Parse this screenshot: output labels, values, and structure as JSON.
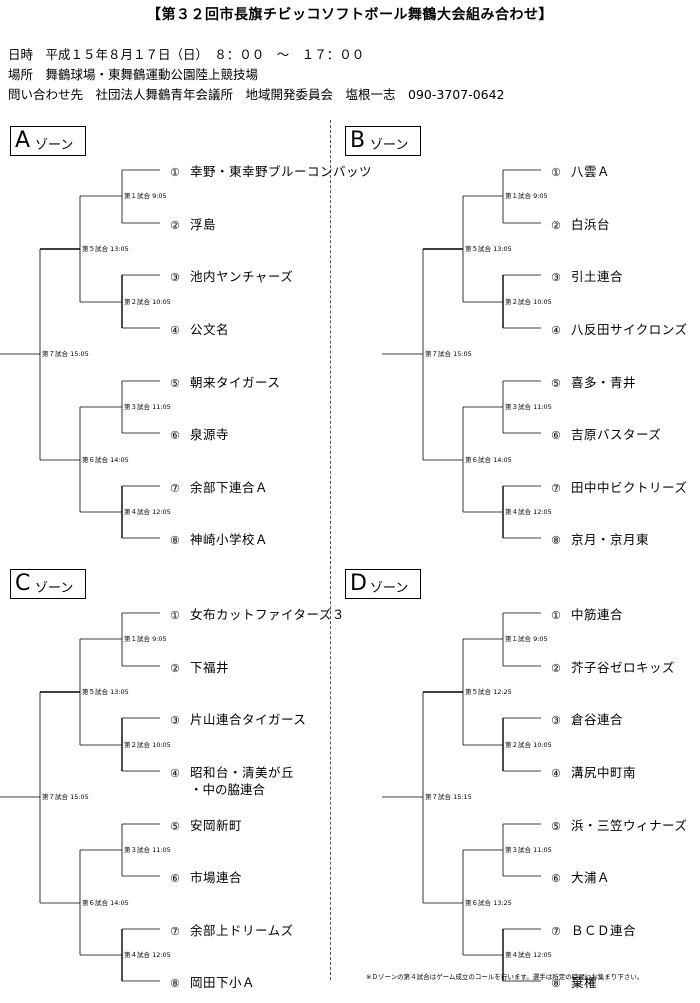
{
  "title": "【第３２回市長旗チビッコソフトボール舞鶴大会組み合わせ】",
  "info": {
    "datetime": "日時　平成１５年８月１７日（日）　８：００　～　１７：００",
    "venue": "場所　舞鶴球場・東舞鶴運動公園陸上競技場",
    "contact": "問い合わせ先　社団法人舞鶴青年会議所　地域開発委員会　塩根一志　090-3707-0642"
  },
  "zone_word": "ゾーン",
  "zones": [
    {
      "letter": "A",
      "teams": [
        {
          "num": "①",
          "name": "幸野・東幸野ブルーコンバッツ"
        },
        {
          "num": "②",
          "name": "浮島"
        },
        {
          "num": "③",
          "name": "池内ヤンチャーズ"
        },
        {
          "num": "④",
          "name": "公文名"
        },
        {
          "num": "⑤",
          "name": "朝来タイガース"
        },
        {
          "num": "⑥",
          "name": "泉源寺"
        },
        {
          "num": "⑦",
          "name": "余部下連合Ａ"
        },
        {
          "num": "⑧",
          "name": "神崎小学校Ａ"
        }
      ],
      "matches": {
        "m1": "第１試合 9:05",
        "m2": "第２試合 10:05",
        "m3": "第３試合 11:05",
        "m4": "第４試合 12:05",
        "m5": "第５試合 13:05",
        "m6": "第６試合 14:05",
        "m7": "第７試合 15:05"
      }
    },
    {
      "letter": "B",
      "teams": [
        {
          "num": "①",
          "name": "八雲Ａ"
        },
        {
          "num": "②",
          "name": "白浜台"
        },
        {
          "num": "③",
          "name": "引土連合"
        },
        {
          "num": "④",
          "name": "八反田サイクロンズ"
        },
        {
          "num": "⑤",
          "name": "喜多・青井"
        },
        {
          "num": "⑥",
          "name": "吉原バスターズ"
        },
        {
          "num": "⑦",
          "name": "田中中ビクトリーズ"
        },
        {
          "num": "⑧",
          "name": "京月・京月東"
        }
      ],
      "matches": {
        "m1": "第１試合 9:05",
        "m2": "第２試合 10:05",
        "m3": "第３試合 11:05",
        "m4": "第４試合 12:05",
        "m5": "第５試合 13:05",
        "m6": "第６試合 14:05",
        "m7": "第７試合 15:05"
      }
    },
    {
      "letter": "C",
      "teams": [
        {
          "num": "①",
          "name": "女布カットファイターズ３"
        },
        {
          "num": "②",
          "name": "下福井"
        },
        {
          "num": "③",
          "name": "片山連合タイガース"
        },
        {
          "num": "④",
          "name": "昭和台・清美が丘"
        },
        {
          "num": "⑤",
          "name": "安岡新町"
        },
        {
          "num": "⑥",
          "name": "市場連合"
        },
        {
          "num": "⑦",
          "name": "余部上ドリームズ"
        },
        {
          "num": "⑧",
          "name": "岡田下小Ａ"
        }
      ],
      "team4_line2": "・中の脇連合",
      "matches": {
        "m1": "第１試合 9:05",
        "m2": "第２試合 10:05",
        "m3": "第３試合 11:05",
        "m4": "第４試合 12:05",
        "m5": "第５試合 13:05",
        "m6": "第６試合 14:05",
        "m7": "第７試合 15:05"
      }
    },
    {
      "letter": "D",
      "teams": [
        {
          "num": "①",
          "name": "中筋連合"
        },
        {
          "num": "②",
          "name": "芥子谷ゼロキッズ"
        },
        {
          "num": "③",
          "name": "倉谷連合"
        },
        {
          "num": "④",
          "name": "溝尻中町南"
        },
        {
          "num": "⑤",
          "name": "浜・三笠ウィナーズ"
        },
        {
          "num": "⑥",
          "name": "大浦Ａ"
        },
        {
          "num": "⑦",
          "name": "ＢＣＤ連合"
        },
        {
          "num": "⑧",
          "name": "棄権"
        }
      ],
      "matches": {
        "m1": "第１試合 9:05",
        "m2": "第２試合 10:05",
        "m3": "第３試合 11:05",
        "m4": "第４試合 12:05",
        "m5": "第５試合 12:25",
        "m6": "第６試合 13:25",
        "m7": "第７試合 15:15"
      }
    }
  ],
  "note": "※Ｄゾーンの第４試合はゲーム成立のコールを行います。選手は所定の時間にお集まり下さい。"
}
